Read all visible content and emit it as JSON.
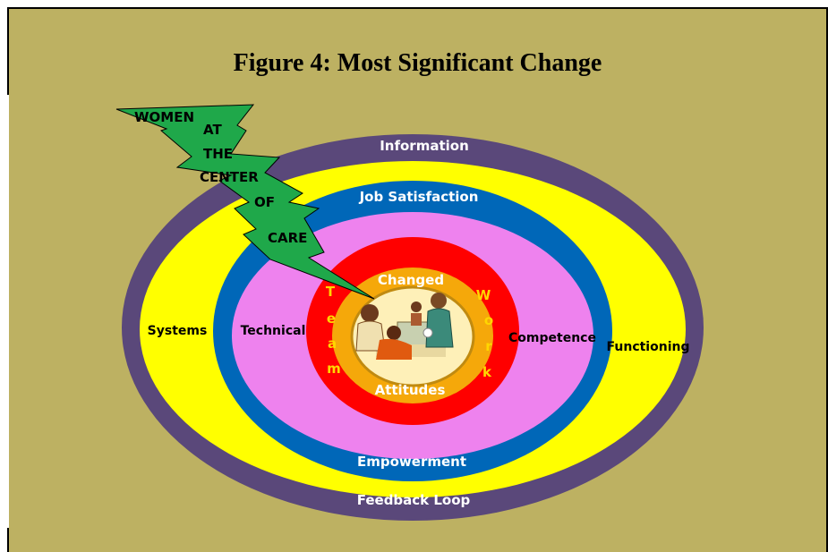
{
  "title": "Figure 4: Most Significant Change",
  "rings": {
    "outer_top": "Information",
    "outer_bottom": "Feedback Loop",
    "yellow_left": "Systems",
    "yellow_right": "Functioning",
    "blue_top": "Job Satisfaction",
    "blue_bottom": "Empowerment",
    "pink_left": "Technical",
    "pink_right": "Competence",
    "red_left": [
      "T",
      "e",
      "a",
      "m"
    ],
    "red_right": [
      "W",
      "o",
      "r",
      "k"
    ],
    "orange_top": "Changed",
    "orange_bottom": "Attitudes"
  },
  "bolt": {
    "lines": [
      "WOMEN",
      "AT",
      "THE",
      "CENTER",
      "OF",
      "CARE"
    ]
  },
  "colors": {
    "background": "#bdb162",
    "purple": "#5a487a",
    "yellow": "#ffff00",
    "blue": "#0067b8",
    "pink": "#ee82ee",
    "red": "#ff0000",
    "orange": "#f5a80a",
    "bolt": "#1fa84a"
  },
  "icons": [
    "clinic-scene-icon"
  ]
}
